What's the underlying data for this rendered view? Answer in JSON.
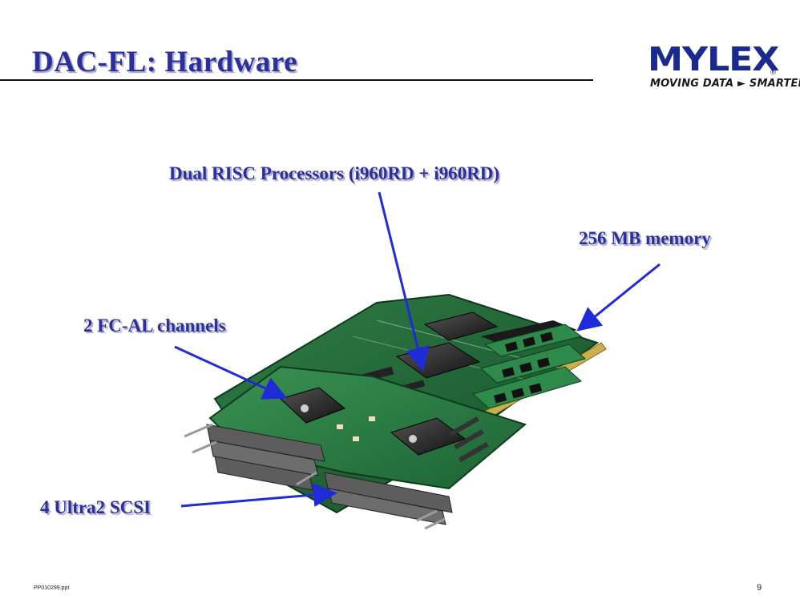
{
  "slide": {
    "title": "DAC-FL: Hardware",
    "logo": {
      "word": "MYLEX",
      "registered": "®",
      "tagline": "MOVING DATA ► SMARTER"
    },
    "callouts": {
      "processors": "Dual RISC Processors (i960RD + i960RD)",
      "memory": "256 MB memory",
      "fc_al": "2 FC-AL channels",
      "scsi": "4 Ultra2 SCSI"
    },
    "footer": {
      "file": "PP010299.ppt",
      "page": "9"
    }
  },
  "colors": {
    "title": "#2b2f9e",
    "arrow": "#1f2bd6",
    "board_green": "#1f6b3a"
  },
  "icons": {
    "board": "raid-controller-board-image"
  }
}
